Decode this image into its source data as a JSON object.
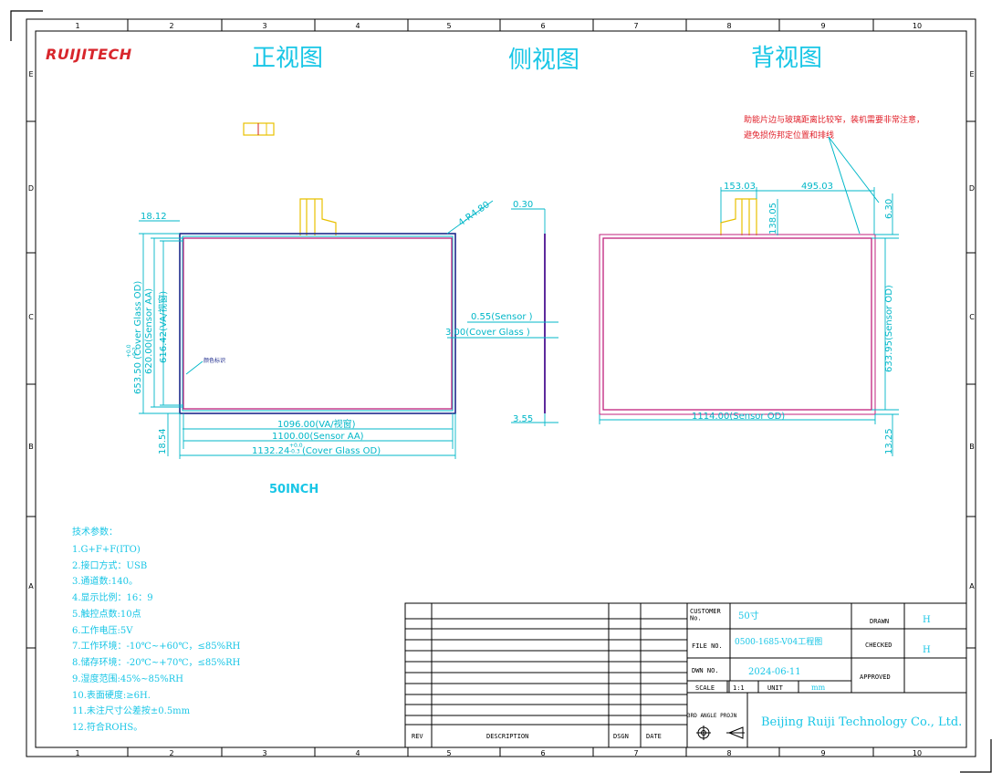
{
  "logo": "RUIJITECH",
  "view_titles": {
    "front": "正视图",
    "side": "侧视图",
    "back": "背视图"
  },
  "zone_columns": [
    "1",
    "2",
    "3",
    "4",
    "5",
    "6",
    "7",
    "8",
    "9",
    "10"
  ],
  "zone_rows": [
    "E",
    "D",
    "C",
    "B",
    "A"
  ],
  "note_red": [
    "助能片边与玻璃距离比较窄，装机需要非常注意，",
    "避免损伤邦定位置和排线"
  ],
  "front_dims": {
    "top_left": "18.12",
    "radius": "4-R4.80",
    "cover_od_h": "653.50 (Cover Glass OD)",
    "cover_od_tol": "+0.0\n-0.2",
    "sensor_aa_h": "620.00(Sensor AA)",
    "va_h": "616.42(VA/视窗)",
    "bottom_left": "18.54",
    "va_w": "1096.00(VA/视窗)",
    "sensor_aa_w": "1100.00(Sensor AA)",
    "cover_od_w": "1132.24",
    "cover_od_w_tol": "+0.0\n-0.3",
    "cover_od_w_label": "(Cover Glass OD)",
    "small_label": "颜色标识"
  },
  "side_dims": {
    "top": "0.30",
    "sensor": "0.55(Sensor )",
    "cover": "3.00(Cover Glass )",
    "bottom": "3.55"
  },
  "back_dims": {
    "top_left": "153.03",
    "top_right": "495.03",
    "fpc": "138.05",
    "right_top": "6.30",
    "sensor_od_h": "633.95(Sensor OD)",
    "sensor_od_w": "1114.00(Sensor OD)",
    "right_bottom": "13.25"
  },
  "size_label": "50INCH",
  "specs_title": "技术参数：",
  "specs": [
    "1.G+F+F(ITO)",
    "2.接口方式：USB",
    "3.通道数:140。",
    "4.显示比例：16：9",
    "5.触控点数:10点",
    "6.工作电压:5V",
    "7.工作环境：-10℃~+60℃，≤85%RH",
    "8.储存环境：-20℃~+70℃，≤85%RH",
    "9.湿度范围:45%~85%RH",
    "10.表面硬度:≥6H.",
    "11.未注尺寸公差按±0.5mm",
    "12.符合ROHS。"
  ],
  "title_block": {
    "rev": "REV",
    "description": "DESCRIPTION",
    "dsgn": "DSGN",
    "date": "DATE",
    "customer_label": "CUSTOMER\nNo.",
    "customer_value": "50寸",
    "file_label": "FILE NO.",
    "file_value": "0500-1685-V04工程图",
    "dwn_label": "DWN NO.",
    "dwn_value": "2024-06-11",
    "scale_label": "SCALE",
    "scale_value": "1:1",
    "unit_label": "UNIT",
    "unit_value": "mm",
    "drawn_label": "DRAWN",
    "drawn_value": "H",
    "checked_label": "CHECKED",
    "checked_value": "H",
    "approved_label": "APPROVED",
    "projection_label": "3RD ANGLE PROJN",
    "company": "Beijing Ruiji Technology Co., Ltd."
  },
  "colors": {
    "line": "#000000",
    "dim": "#00b7c8",
    "title": "#19c6e6",
    "red": "#e0202a",
    "magenta": "#c0207c",
    "navy": "#1d2a8c",
    "fpc": "#e8c000",
    "logo": "#d8262c",
    "logo_blue": "#1f3faa"
  }
}
